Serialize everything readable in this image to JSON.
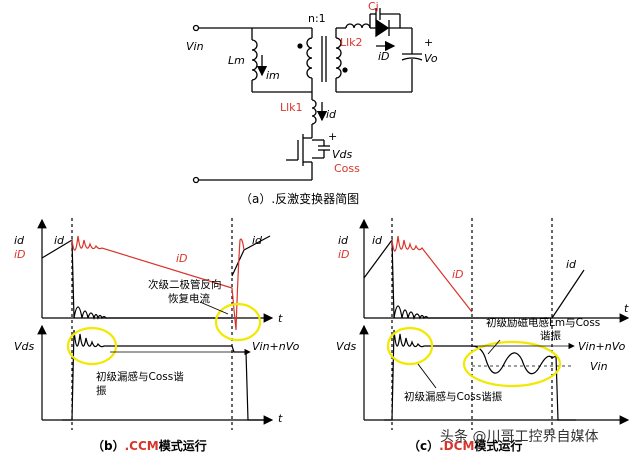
{
  "circuit": {
    "vin": "Vin",
    "lm": "Lm",
    "im": "im",
    "ratio": "n:1",
    "cj": "Cj",
    "llk2": "Llk2",
    "id_diode": "iD",
    "plus_out": "+",
    "vo": "Vo",
    "llk1": "Llk1",
    "id_primary": "id",
    "plus_sw": "+",
    "vds": "Vds",
    "coss": "Coss",
    "caption_a": "（a）.反激变换器简图"
  },
  "ccm_panel": {
    "y_label_id": "id",
    "y_label_iD": "iD",
    "trace_id_1": "id",
    "trace_iD": "iD",
    "trace_id_2": "id",
    "annot_reverse_recovery_1": "次级二极管反向",
    "annot_reverse_recovery_2": "恢复电流",
    "t1": "t",
    "vds_label": "Vds",
    "vin_nvo": "Vin+nVo",
    "t2": "t",
    "annot_leak_1": "初级漏感与Coss谐",
    "annot_leak_2": "振",
    "caption_prefix": "（b）",
    "caption_mode": ".CCM",
    "caption_suffix": "模式运行"
  },
  "dcm_panel": {
    "y_label_id": "id",
    "y_label_iD": "iD",
    "trace_id_1": "id",
    "trace_iD": "iD",
    "trace_id_2": "id",
    "t1": "t",
    "annot_mag_1": "初级励磁电感Lm与Coss",
    "annot_mag_2": "谐振",
    "vds_label": "Vds",
    "vin_nvo": "Vin+nVo",
    "vin": "Vin",
    "annot_leak": "初级漏感与Coss谐振",
    "caption_prefix": "（c）",
    "caption_mode": ".DCM",
    "caption_suffix": "模式运行"
  },
  "watermark": "头条 @川哥工控界自媒体",
  "colors": {
    "red": "#d9342b",
    "yellow": "#f2e800",
    "black": "#000000"
  }
}
